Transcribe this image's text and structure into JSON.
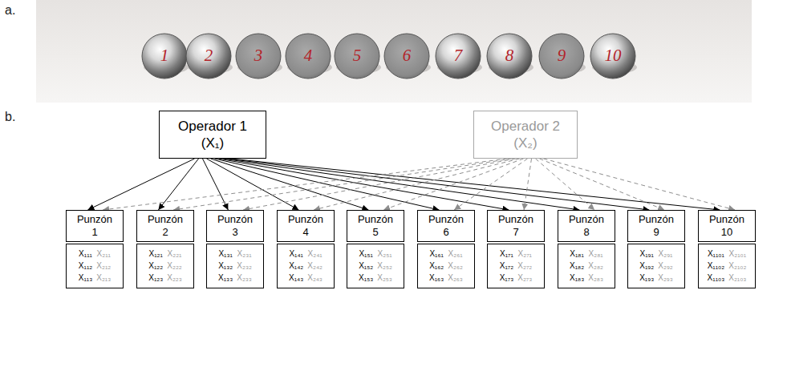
{
  "diagram": {
    "nodes": [
      {
        "text": [
          "Operador 1 (X₁)"
        ]
      },
      {
        "text": [
          "Operador 2 (X₂)"
        ]
      },
      {
        "text": [
          "Punzón 1"
        ]
      },
      {
        "text": [
          "Punzón 2"
        ]
      },
      {
        "text": [
          "Punzón 3"
        ]
      },
      {
        "text": [
          "Punzón 4"
        ]
      },
      {
        "text": [
          "Punzón 5"
        ]
      },
      {
        "text": [
          "Punzón 6"
        ]
      },
      {
        "text": [
          "Punzón 7"
        ]
      },
      {
        "text": [
          "Punzón 8"
        ]
      },
      {
        "text": [
          "Punzón 9"
        ]
      },
      {
        "text": [
          "Punzón 10"
        ]
      },
      {
        "text": [
          "X₁₁₁",
          "X₂₁₁",
          "X₁₁₂",
          "X₂₁₂",
          "X₁₁₃",
          "X₂₁₃"
        ]
      },
      {
        "text": [
          "X₁₂₁",
          "X₂₂₁",
          "X₁₂₂",
          "X₂₂₂",
          "X₁₂₃",
          "X₂₂₃"
        ]
      },
      {
        "text": [
          "X₁₃₁",
          "X₂₃₁",
          "X₁₃₂",
          "X₂₃₂",
          "X₁₃₃",
          "X₂₃₃"
        ]
      },
      {
        "text": [
          "X₁₄₁",
          "X₂₄₁",
          "X₁₄₂",
          "X₂₄₂",
          "X₁₄₃",
          "X₂₄₃"
        ]
      },
      {
        "text": [
          "X₁₅₁",
          "X₂₅₁",
          "X₁₅₂",
          "X₂₅₂",
          "X₁₅₃",
          "X₂₅₃"
        ]
      },
      {
        "text": [
          "X₁₆₁",
          "X₂₆₁",
          "X₁₆₂",
          "X₂₆₂",
          "X₁₆₃",
          "X₂₆₃"
        ]
      },
      {
        "text": [
          "X₁₇₁",
          "X₂₇₁",
          "X₁₇₂",
          "X₂₇₂",
          "X₁₇₃",
          "X₂₇₃"
        ]
      },
      {
        "text": [
          "X₁₈₁",
          "X₂₈₁",
          "X₁₈₂",
          "X₂₈₂",
          "X₁₈₃",
          "X₂₈₃"
        ]
      },
      {
        "text": [
          "X₁₉₁",
          "X₂₉₁",
          "X₁₉₂",
          "X₂₉₂",
          "X₁₉₃",
          "X₂₉₃"
        ]
      },
      {
        "text": [
          "X₁₁₀₁",
          "X₂₁₀₁",
          "X₁₁₀₂",
          "X₂₁₀₂",
          "X₁₁₀₃",
          "X₂₁₀₃"
        ]
      }
    ],
    "edges": [
      {
        "from": 0,
        "to": 2,
        "arrow": "to"
      },
      {
        "from": 0,
        "to": 3,
        "arrow": "to"
      },
      {
        "from": 0,
        "to": 4,
        "arrow": "to"
      },
      {
        "from": 0,
        "to": 5,
        "arrow": "to"
      },
      {
        "from": 0,
        "to": 6,
        "arrow": "to"
      },
      {
        "from": 0,
        "to": 7,
        "arrow": "to"
      },
      {
        "from": 0,
        "to": 8,
        "arrow": "to"
      },
      {
        "from": 0,
        "to": 9,
        "arrow": "to"
      },
      {
        "from": 0,
        "to": 10,
        "arrow": "to"
      },
      {
        "from": 0,
        "to": 11,
        "arrow": "to"
      },
      {
        "from": 1,
        "to": 2,
        "arrow": "to"
      },
      {
        "from": 1,
        "to": 3,
        "arrow": "to"
      },
      {
        "from": 1,
        "to": 4,
        "arrow": "to"
      },
      {
        "from": 1,
        "to": 5,
        "arrow": "to"
      },
      {
        "from": 1,
        "to": 6,
        "arrow": "to"
      },
      {
        "from": 1,
        "to": 7,
        "arrow": "to"
      },
      {
        "from": 1,
        "to": 8,
        "arrow": "to"
      },
      {
        "from": 1,
        "to": 9,
        "arrow": "to"
      },
      {
        "from": 1,
        "to": 10,
        "arrow": "to"
      },
      {
        "from": 1,
        "to": 11,
        "arrow": "to"
      }
    ],
    "labels": [
      "a.",
      "1",
      "2",
      "3",
      "4",
      "5",
      "6",
      "7",
      "8",
      "9",
      "10",
      "b."
    ]
  }
}
